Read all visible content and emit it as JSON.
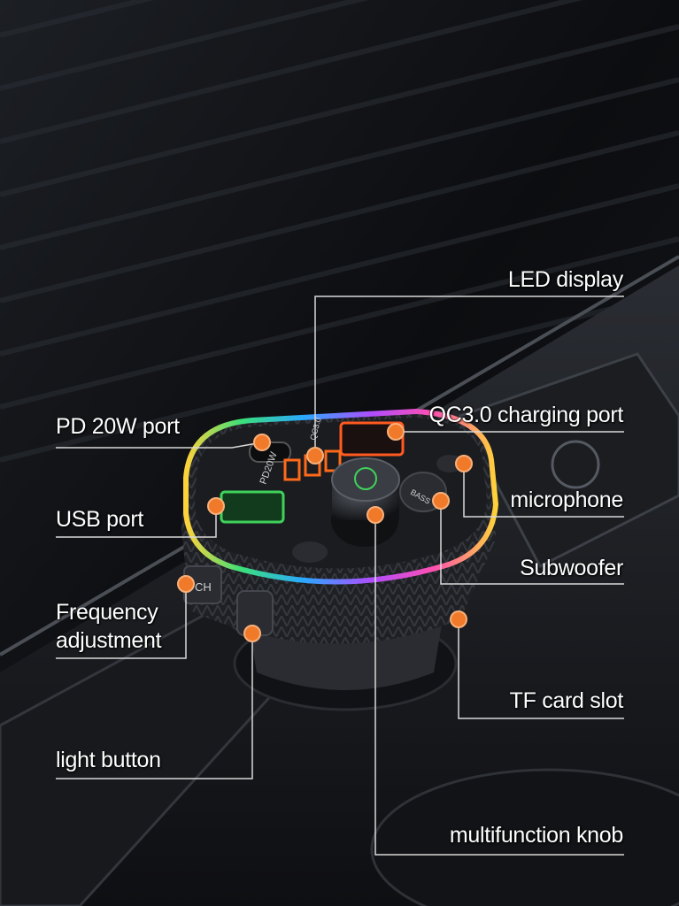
{
  "image": {
    "colors": {
      "background": "#0b0c0e",
      "callout_line": "#d9d9d9",
      "callout_dot": "#f07a2a",
      "led_orange": "#ff6a1a",
      "usb_green": "#3fd25a",
      "qc_orange": "#ff5a1f"
    },
    "device_markings": {
      "pd_port": "PD20W",
      "qc_port": "QC3.0",
      "bass_button": "BASS",
      "ch_button": "CH"
    },
    "callouts": [
      {
        "id": "led-display",
        "label": "LED display"
      },
      {
        "id": "pd20w-port",
        "label": "PD 20W port"
      },
      {
        "id": "qc30-port",
        "label": "QC3.0 charging port"
      },
      {
        "id": "usb-port",
        "label": "USB port"
      },
      {
        "id": "microphone",
        "label": "microphone"
      },
      {
        "id": "subwoofer",
        "label": "Subwoofer"
      },
      {
        "id": "frequency-adjustment",
        "label": "Frequency adjustment"
      },
      {
        "id": "tf-card-slot",
        "label": "TF card slot"
      },
      {
        "id": "light-button",
        "label": "light button"
      },
      {
        "id": "multifunction-knob",
        "label": "multifunction knob"
      }
    ]
  }
}
